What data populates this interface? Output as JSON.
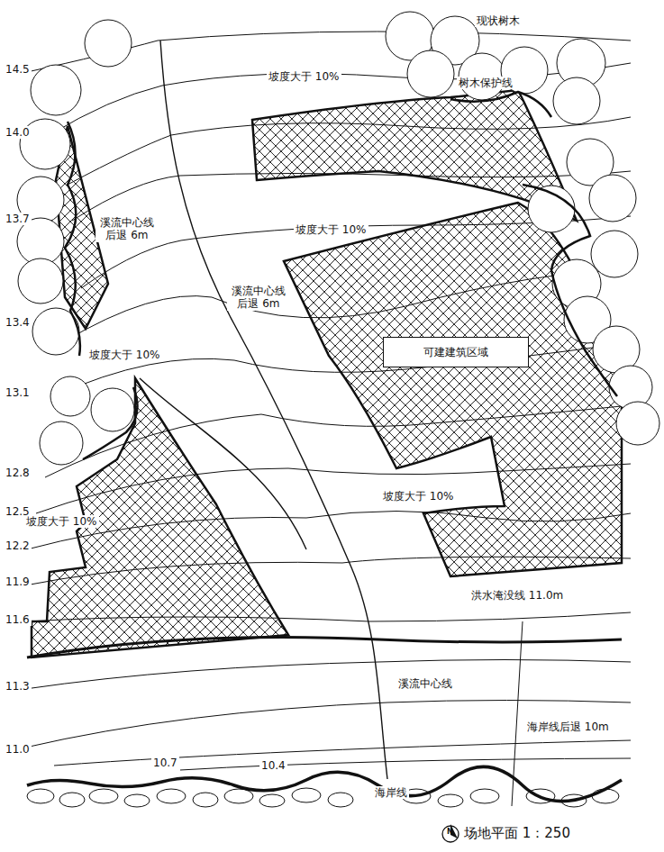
{
  "diagram": {
    "caption": "场地平面 1：250",
    "nodes": [
      {
        "text": [
          "可建建筑区域"
        ]
      }
    ],
    "edges": [],
    "labels": [
      "现状树木",
      "树木保护线",
      "14.5",
      "坡度大于 10%",
      "14.0",
      "13.7",
      "溪流中心线 后退 6m",
      "坡度大于 10%",
      "溪流中心线 后退 6m",
      "13.4",
      "坡度大于 10%",
      "13.1",
      "12.8",
      "坡度大于 10%",
      "12.5",
      "坡度大于 10%",
      "12.2",
      "11.9",
      "洪水淹没线 11.0m",
      "11.6",
      "溪流中心线",
      "11.3",
      "海岸线后退 10m",
      "11.0",
      "10.7",
      "10.4",
      "海岸线",
      "N"
    ]
  }
}
